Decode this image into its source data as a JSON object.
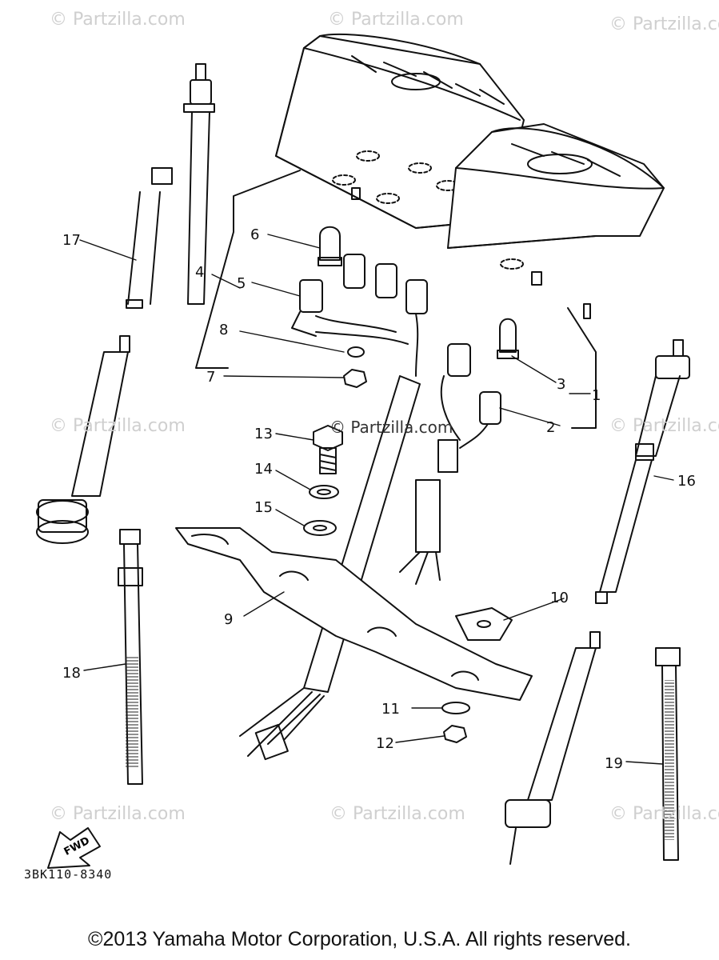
{
  "watermarks": [
    {
      "text": "© Partzilla.com",
      "style": "light"
    },
    {
      "text": "© Partzilla.com",
      "style": "light"
    },
    {
      "text": "© Partzilla.com",
      "style": "light"
    },
    {
      "text": "© Partzilla.com",
      "style": "light"
    },
    {
      "text": "© Partzilla.com",
      "style": "dark"
    },
    {
      "text": "© Partzilla.com",
      "style": "light"
    },
    {
      "text": "© Partzilla.com",
      "style": "light"
    },
    {
      "text": "© Partzilla.com",
      "style": "light"
    },
    {
      "text": "© Partzilla.com",
      "style": "light"
    }
  ],
  "callouts": [
    "1",
    "2",
    "3",
    "4",
    "5",
    "6",
    "7",
    "8",
    "9",
    "10",
    "11",
    "12",
    "13",
    "14",
    "15",
    "16",
    "17",
    "18",
    "19"
  ],
  "fwd_label": "FWD",
  "diagram_code": "3BK110-8340",
  "copyright": "©2013 Yamaha Motor Corporation, U.S.A. All rights reserved."
}
